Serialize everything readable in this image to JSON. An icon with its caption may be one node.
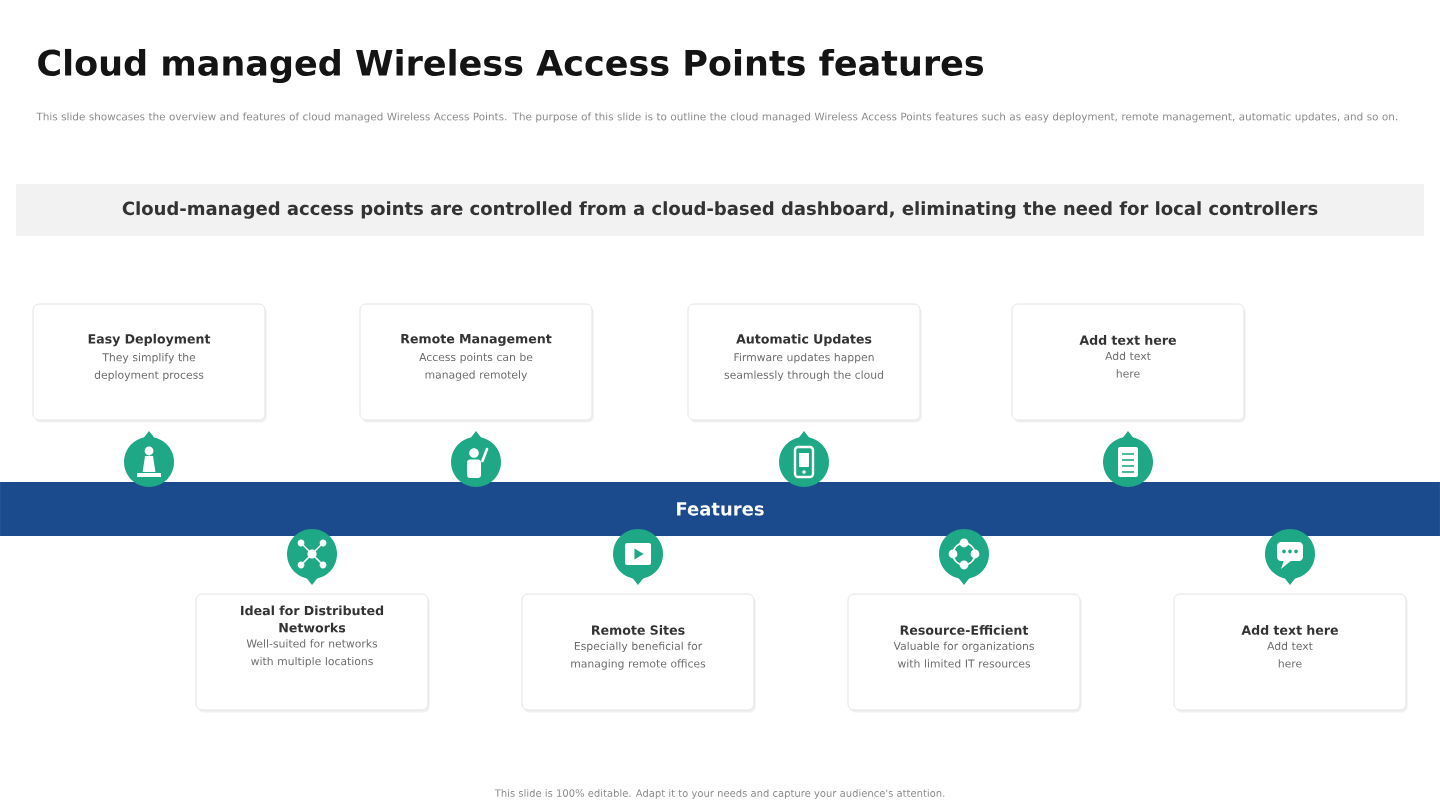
{
  "diagram": {
    "title": "Cloud managed Wireless Access Points features",
    "nodes": [
      {
        "text": [
          "Cloud-managed access points are controlled from a cloud-based dashboard, eliminating the need for local controllers"
        ]
      },
      {
        "text": [
          "Easy Deployment",
          "They simplify the deployment process"
        ]
      },
      {
        "text": [
          "Remote Management",
          "Access points can be managed remotely"
        ]
      },
      {
        "text": [
          "Automatic Updates",
          "Firmware updates happen seamlessly through the cloud"
        ]
      },
      {
        "text": [
          "Add text here",
          "Add text here"
        ]
      },
      {
        "text": [
          "Features"
        ]
      },
      {
        "text": [
          "Ideal for Distributed Networks",
          "Well-suited for networks with multiple locations"
        ]
      },
      {
        "text": [
          "Remote Sites",
          "Especially beneficial for managing remote offices"
        ]
      },
      {
        "text": [
          "Resource-Efficient",
          "Valuable for organizations with limited IT resources"
        ]
      },
      {
        "text": [
          "Add text here",
          "Add text here"
        ]
      }
    ],
    "labels": [
      "This slide showcases the overview and features of cloud managed Wireless Access Points. The purpose of this slide is to outline the cloud managed Wireless Access Points features such as easy deployment, remote management, automatic updates, and so on.",
      "This slide is 100% editable. Adapt it to your needs and capture your audience's attention."
    ]
  }
}
